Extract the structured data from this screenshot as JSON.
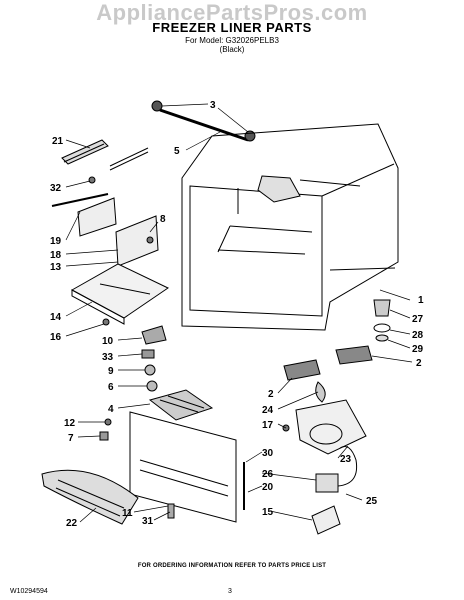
{
  "watermark": "AppliancePartsPros.com",
  "header": {
    "title": "FREEZER LINER PARTS",
    "model_line": "For Model: G32026PELB3",
    "color_line": "(Black)"
  },
  "callouts": [
    {
      "id": "c3",
      "label": "3"
    },
    {
      "id": "c5",
      "label": "5"
    },
    {
      "id": "c21",
      "label": "21"
    },
    {
      "id": "c32",
      "label": "32"
    },
    {
      "id": "c19",
      "label": "19"
    },
    {
      "id": "c8",
      "label": "8"
    },
    {
      "id": "c18",
      "label": "18"
    },
    {
      "id": "c13",
      "label": "13"
    },
    {
      "id": "c1",
      "label": "1"
    },
    {
      "id": "c27",
      "label": "27"
    },
    {
      "id": "c14",
      "label": "14"
    },
    {
      "id": "c28",
      "label": "28"
    },
    {
      "id": "c16",
      "label": "16"
    },
    {
      "id": "c29",
      "label": "29"
    },
    {
      "id": "c10",
      "label": "10"
    },
    {
      "id": "c33",
      "label": "33"
    },
    {
      "id": "c2a",
      "label": "2"
    },
    {
      "id": "c9",
      "label": "9"
    },
    {
      "id": "c6",
      "label": "6"
    },
    {
      "id": "c2b",
      "label": "2"
    },
    {
      "id": "c24",
      "label": "24"
    },
    {
      "id": "c4",
      "label": "4"
    },
    {
      "id": "c12",
      "label": "12"
    },
    {
      "id": "c17",
      "label": "17"
    },
    {
      "id": "c7",
      "label": "7"
    },
    {
      "id": "c30",
      "label": "30"
    },
    {
      "id": "c23",
      "label": "23"
    },
    {
      "id": "c26",
      "label": "26"
    },
    {
      "id": "c20",
      "label": "20"
    },
    {
      "id": "c25",
      "label": "25"
    },
    {
      "id": "c22",
      "label": "22"
    },
    {
      "id": "c11",
      "label": "11"
    },
    {
      "id": "c31",
      "label": "31"
    },
    {
      "id": "c15",
      "label": "15"
    }
  ],
  "footer": {
    "note": "FOR ORDERING INFORMATION REFER TO PARTS PRICE LIST",
    "doc_number": "W10294594",
    "page_number": "3"
  }
}
